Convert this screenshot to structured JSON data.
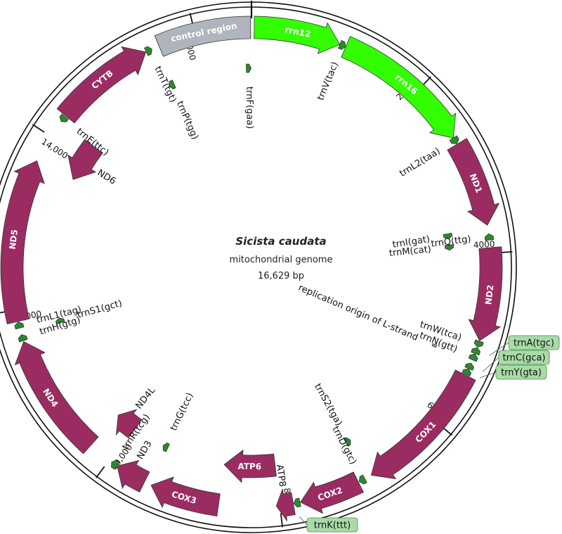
{
  "title": "Sicista caudata",
  "subtitle": "mitochondrial genome",
  "length_label": "16,629 bp",
  "genome_length": 16629,
  "colors": {
    "protein": "#9b2c62",
    "rrna": "#33ff00",
    "trna": "#2b8a2b",
    "control": "#b0b4bc",
    "origin": "#9aa0a6",
    "label_box": "#a8dba8"
  },
  "ticks": [
    {
      "pos": 2000,
      "label": "2000"
    },
    {
      "pos": 4000,
      "label": "4000"
    },
    {
      "pos": 6000,
      "label": "6000"
    },
    {
      "pos": 8000,
      "label": "8000"
    },
    {
      "pos": 10000,
      "label": "10,000"
    },
    {
      "pos": 12000,
      "label": "12,000"
    },
    {
      "pos": 14000,
      "label": "14,000"
    },
    {
      "pos": 16000,
      "label": "16,000"
    }
  ],
  "features": [
    {
      "id": "rrn12",
      "label": "rrn12",
      "type": "rrna",
      "start": 30,
      "end": 1000,
      "strand": 1,
      "track": "outer",
      "label_style": "inside"
    },
    {
      "id": "trnV",
      "label": "trnV(tac)",
      "type": "trna",
      "start": 1000,
      "end": 1070,
      "strand": 1,
      "track": "outer"
    },
    {
      "id": "rrn16",
      "label": "rrn16",
      "type": "rrna",
      "start": 1070,
      "end": 2650,
      "strand": 1,
      "track": "outer",
      "label_style": "inside"
    },
    {
      "id": "trnL2",
      "label": "trnL2(taa)",
      "type": "trna",
      "start": 2650,
      "end": 2725,
      "strand": 1,
      "track": "outer"
    },
    {
      "id": "ND1",
      "label": "ND1",
      "type": "protein",
      "start": 2730,
      "end": 3690,
      "strand": 1,
      "track": "outer",
      "label_style": "inside"
    },
    {
      "id": "trnI",
      "label": "trnI(gat)",
      "type": "trna",
      "start": 3710,
      "end": 3780,
      "strand": 1,
      "track": "inner"
    },
    {
      "id": "trnQ",
      "label": "trnQ(ttg)",
      "type": "trna",
      "start": 3785,
      "end": 3855,
      "strand": -1,
      "track": "outer"
    },
    {
      "id": "trnM",
      "label": "trnM(cat)",
      "type": "trna",
      "start": 3860,
      "end": 3930,
      "strand": 1,
      "track": "inner"
    },
    {
      "id": "ND2",
      "label": "ND2",
      "type": "protein",
      "start": 3940,
      "end": 4980,
      "strand": 1,
      "track": "outer",
      "label_style": "inside"
    },
    {
      "id": "trnW",
      "label": "trnW(tca)",
      "type": "trna",
      "start": 4985,
      "end": 5055,
      "strand": 1,
      "track": "outer"
    },
    {
      "id": "trnA",
      "label": "trnA(tgc)",
      "type": "trna",
      "start": 5060,
      "end": 5130,
      "strand": -1,
      "track": "outer",
      "label_style": "box",
      "box": [
        760,
        487
      ]
    },
    {
      "id": "trnN",
      "label": "trnN(gtt)",
      "type": "trna",
      "start": 5135,
      "end": 5205,
      "strand": -1,
      "track": "outer"
    },
    {
      "id": "OL",
      "label": "replication origin of L-strand",
      "type": "origin",
      "start": 5210,
      "end": 5240,
      "strand": 0,
      "track": "inner"
    },
    {
      "id": "trnC",
      "label": "trnC(gca)",
      "type": "trna",
      "start": 5245,
      "end": 5310,
      "strand": -1,
      "track": "outer",
      "label_style": "box",
      "box": [
        746,
        508
      ]
    },
    {
      "id": "trnY",
      "label": "trnY(gta)",
      "type": "trna",
      "start": 5315,
      "end": 5380,
      "strand": -1,
      "track": "outer",
      "label_style": "box",
      "box": [
        742,
        529
      ]
    },
    {
      "id": "COX1",
      "label": "COX1",
      "type": "protein",
      "start": 5390,
      "end": 6930,
      "strand": 1,
      "track": "outer",
      "label_style": "inside"
    },
    {
      "id": "trnS2",
      "label": "trnS2(tga)",
      "type": "trna",
      "start": 6935,
      "end": 7005,
      "strand": -1,
      "track": "inner"
    },
    {
      "id": "trnD",
      "label": "trnD(gtc)",
      "type": "trna",
      "start": 7010,
      "end": 7080,
      "strand": 1,
      "track": "outer"
    },
    {
      "id": "COX2",
      "label": "COX2",
      "type": "protein",
      "start": 7090,
      "end": 7770,
      "strand": 1,
      "track": "outer",
      "label_style": "inside"
    },
    {
      "id": "trnK",
      "label": "trnK(ttt)",
      "type": "trna",
      "start": 7775,
      "end": 7845,
      "strand": 1,
      "track": "outer",
      "label_style": "box",
      "box": [
        473,
        746
      ]
    },
    {
      "id": "ATP8",
      "label": "ATP8",
      "type": "protein",
      "start": 7850,
      "end": 8040,
      "strand": 1,
      "track": "outer"
    },
    {
      "id": "ATP6",
      "label": "ATP6",
      "type": "protein",
      "start": 8000,
      "end": 8680,
      "strand": 1,
      "track": "inner",
      "label_style": "inside"
    },
    {
      "id": "COX3",
      "label": "COX3",
      "type": "protein",
      "start": 8680,
      "end": 9460,
      "strand": 1,
      "track": "outer",
      "label_style": "inside"
    },
    {
      "id": "trnG",
      "label": "trnG(tcc)",
      "type": "trna",
      "start": 9465,
      "end": 9535,
      "strand": 1,
      "track": "inner"
    },
    {
      "id": "ND3",
      "label": "ND3",
      "type": "protein",
      "start": 9540,
      "end": 9890,
      "strand": 1,
      "track": "outer"
    },
    {
      "id": "trnR",
      "label": "trnR(tcg)",
      "type": "trna",
      "start": 9895,
      "end": 9965,
      "strand": 1,
      "track": "outer"
    },
    {
      "id": "ND4L",
      "label": "ND4L",
      "type": "protein",
      "start": 9970,
      "end": 10260,
      "strand": 1,
      "track": "inner"
    },
    {
      "id": "ND4",
      "label": "ND4",
      "type": "protein",
      "start": 10260,
      "end": 11640,
      "strand": 1,
      "track": "outer",
      "label_style": "inside"
    },
    {
      "id": "trnH",
      "label": "trnH(gtg)",
      "type": "trna",
      "start": 11650,
      "end": 11720,
      "strand": 1,
      "track": "outer"
    },
    {
      "id": "trnS1",
      "label": "trnS1(gct)",
      "type": "trna",
      "start": 11725,
      "end": 11790,
      "strand": 1,
      "track": "inner"
    },
    {
      "id": "trnL1",
      "label": "trnL1(tag)",
      "type": "trna",
      "start": 11795,
      "end": 11865,
      "strand": 1,
      "track": "outer"
    },
    {
      "id": "ND5",
      "label": "ND5",
      "type": "protein",
      "start": 11870,
      "end": 13690,
      "strand": 1,
      "track": "outer",
      "label_style": "inside"
    },
    {
      "id": "ND6",
      "label": "ND6",
      "type": "protein",
      "start": 13680,
      "end": 14200,
      "strand": -1,
      "track": "inner"
    },
    {
      "id": "trnE",
      "label": "trnE(ttc)",
      "type": "trna",
      "start": 14200,
      "end": 14270,
      "strand": -1,
      "track": "outer"
    },
    {
      "id": "CYTB",
      "label": "CYTB",
      "type": "protein",
      "start": 14280,
      "end": 15420,
      "strand": 1,
      "track": "outer",
      "label_style": "inside"
    },
    {
      "id": "trnT",
      "label": "trnT(tgt)",
      "type": "trna",
      "start": 15425,
      "end": 15495,
      "strand": 1,
      "track": "outer"
    },
    {
      "id": "trnP",
      "label": "trnP(tgg)",
      "type": "trna",
      "start": 15500,
      "end": 15570,
      "strand": -1,
      "track": "inner"
    },
    {
      "id": "control",
      "label": "control region",
      "type": "control",
      "start": 15580,
      "end": 16620,
      "strand": 0,
      "track": "outer",
      "label_style": "inside"
    },
    {
      "id": "trnF",
      "label": "trnF(gaa)",
      "type": "trna",
      "start": 16560,
      "end": 16625,
      "strand": 1,
      "track": "inner"
    }
  ]
}
